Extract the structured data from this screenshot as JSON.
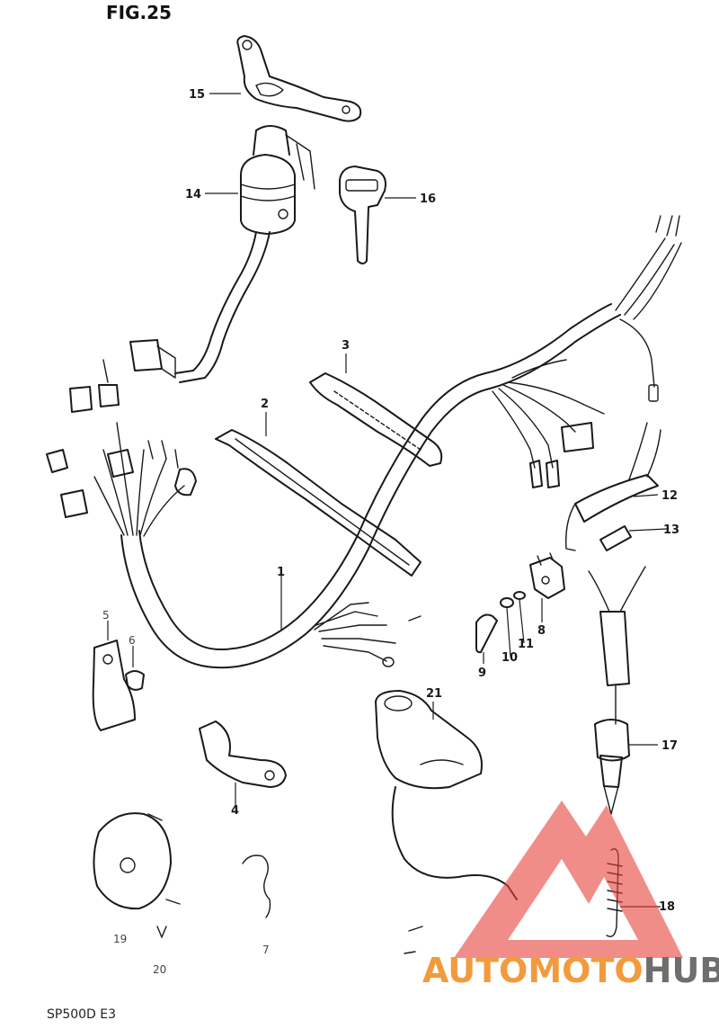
{
  "figure": {
    "title": "FIG.25",
    "footer": "SP500D  E3"
  },
  "callouts": [
    {
      "id": "c1",
      "text": "1"
    },
    {
      "id": "c2",
      "text": "2"
    },
    {
      "id": "c3",
      "text": "3"
    },
    {
      "id": "c4",
      "text": "4"
    },
    {
      "id": "c5",
      "text": "5"
    },
    {
      "id": "c6",
      "text": "6"
    },
    {
      "id": "c7",
      "text": "7"
    },
    {
      "id": "c8",
      "text": "8"
    },
    {
      "id": "c9",
      "text": "9"
    },
    {
      "id": "c10",
      "text": "10"
    },
    {
      "id": "c11",
      "text": "11"
    },
    {
      "id": "c12",
      "text": "12"
    },
    {
      "id": "c13",
      "text": "13"
    },
    {
      "id": "c14",
      "text": "14"
    },
    {
      "id": "c15",
      "text": "15"
    },
    {
      "id": "c16",
      "text": "16"
    },
    {
      "id": "c17",
      "text": "17"
    },
    {
      "id": "c18",
      "text": "18"
    },
    {
      "id": "c19",
      "text": "19"
    },
    {
      "id": "c20",
      "text": "20"
    },
    {
      "id": "c21",
      "text": "21"
    }
  ],
  "watermark": {
    "part1": "AUTO",
    "part2": "MOTO",
    "part3": "HUB",
    "color_primary": "#f08a1c",
    "color_secondary": "#555555",
    "triangle_color": "#e8413a"
  }
}
